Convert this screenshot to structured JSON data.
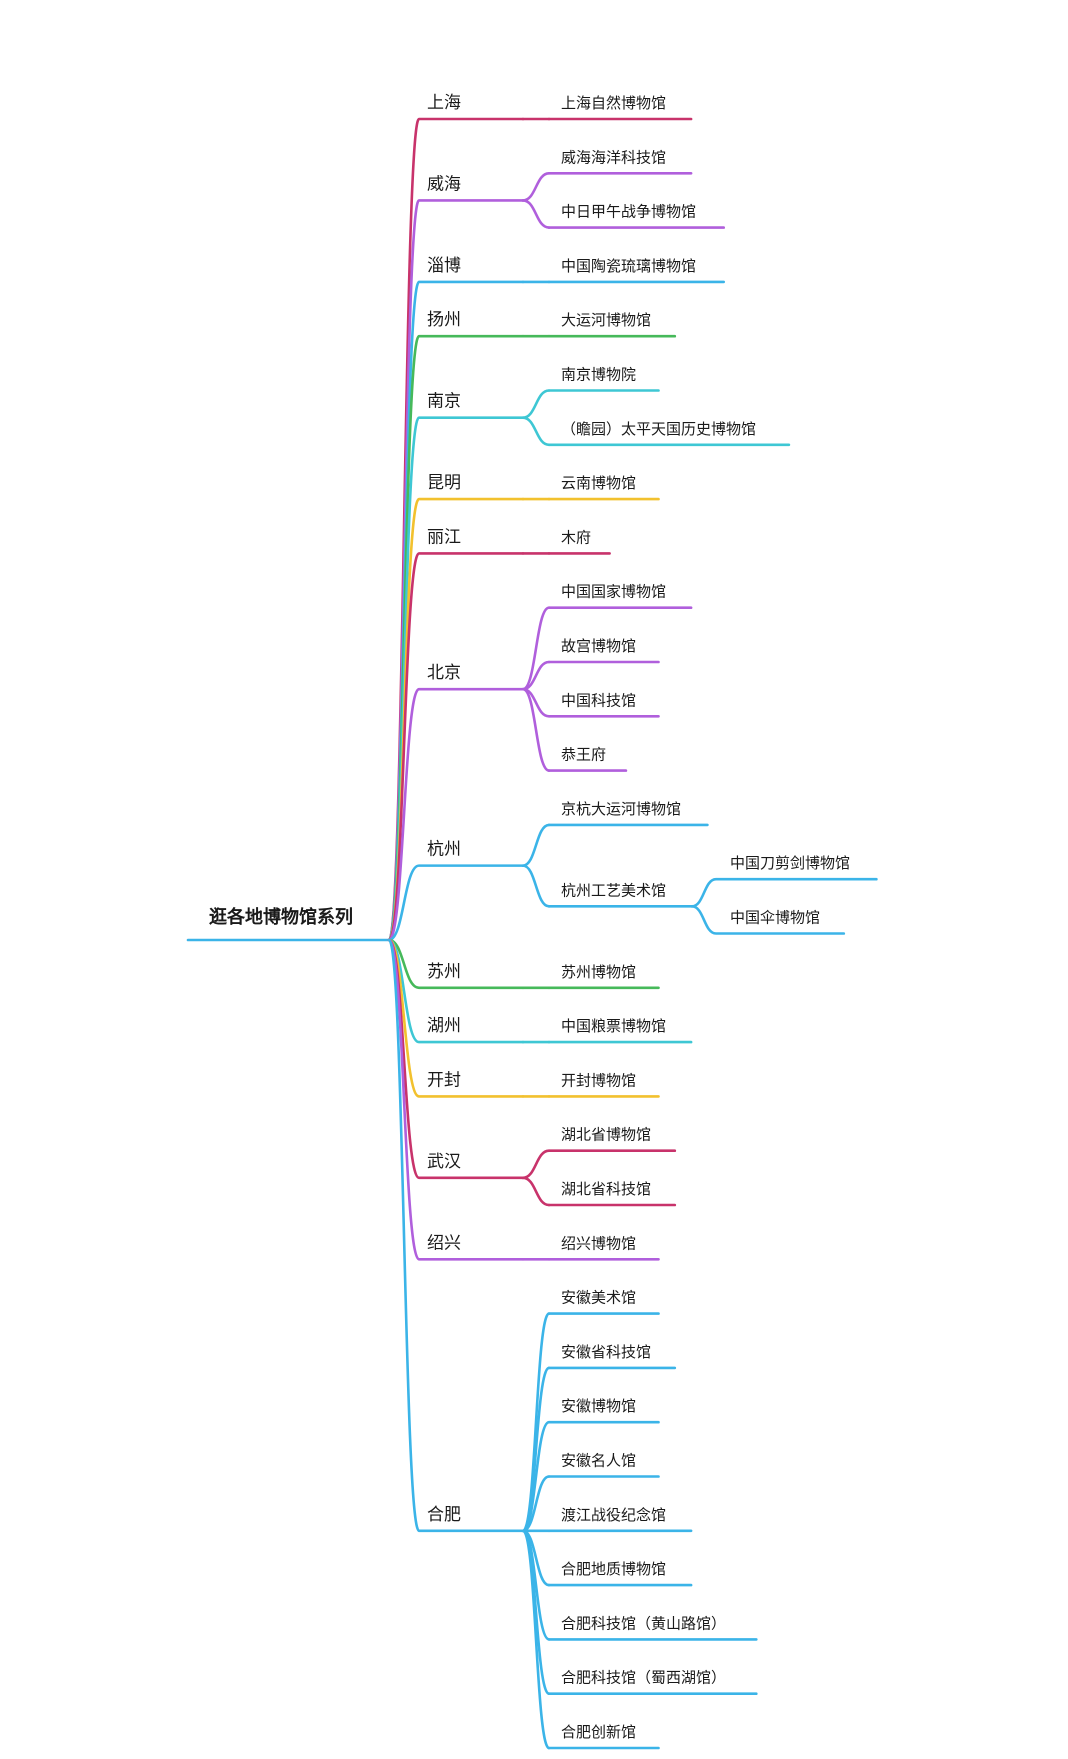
{
  "root": "逛各地博物馆系列",
  "colors": {
    "root": "#3bb4e8",
    "magenta": "#c8336b",
    "purple": "#b05fdc",
    "blue": "#3bb4e8",
    "green": "#46b95a",
    "cyan": "#3ec7d4",
    "yellow": "#f2c12e"
  },
  "cities": [
    {
      "name": "上海",
      "color": "magenta",
      "children": [
        {
          "name": "上海自然博物馆"
        }
      ]
    },
    {
      "name": "威海",
      "color": "purple",
      "children": [
        {
          "name": "威海海洋科技馆"
        },
        {
          "name": "中日甲午战争博物馆"
        }
      ]
    },
    {
      "name": "淄博",
      "color": "blue",
      "children": [
        {
          "name": "中国陶瓷琉璃博物馆"
        }
      ]
    },
    {
      "name": "扬州",
      "color": "green",
      "children": [
        {
          "name": "大运河博物馆"
        }
      ]
    },
    {
      "name": "南京",
      "color": "cyan",
      "children": [
        {
          "name": "南京博物院"
        },
        {
          "name": "（瞻园）太平天国历史博物馆"
        }
      ]
    },
    {
      "name": "昆明",
      "color": "yellow",
      "children": [
        {
          "name": "云南博物馆"
        }
      ]
    },
    {
      "name": "丽江",
      "color": "magenta",
      "children": [
        {
          "name": "木府"
        }
      ]
    },
    {
      "name": "北京",
      "color": "purple",
      "children": [
        {
          "name": "中国国家博物馆"
        },
        {
          "name": "故宫博物馆"
        },
        {
          "name": "中国科技馆"
        },
        {
          "name": "恭王府"
        }
      ]
    },
    {
      "name": "杭州",
      "color": "blue",
      "children": [
        {
          "name": "京杭大运河博物馆"
        },
        {
          "name": "杭州工艺美术馆",
          "children": [
            {
              "name": "中国刀剪剑博物馆"
            },
            {
              "name": "中国伞博物馆"
            }
          ]
        }
      ]
    },
    {
      "name": "苏州",
      "color": "green",
      "children": [
        {
          "name": "苏州博物馆"
        }
      ]
    },
    {
      "name": "湖州",
      "color": "cyan",
      "children": [
        {
          "name": "中国粮票博物馆"
        }
      ]
    },
    {
      "name": "开封",
      "color": "yellow",
      "children": [
        {
          "name": "开封博物馆"
        }
      ]
    },
    {
      "name": "武汉",
      "color": "magenta",
      "children": [
        {
          "name": "湖北省博物馆"
        },
        {
          "name": "湖北省科技馆"
        }
      ]
    },
    {
      "name": "绍兴",
      "color": "purple",
      "children": [
        {
          "name": "绍兴博物馆"
        }
      ]
    },
    {
      "name": "合肥",
      "color": "blue",
      "children": [
        {
          "name": "安徽美术馆"
        },
        {
          "name": "安徽省科技馆"
        },
        {
          "name": "安徽博物馆"
        },
        {
          "name": "安徽名人馆"
        },
        {
          "name": "渡江战役纪念馆"
        },
        {
          "name": "合肥地质博物馆"
        },
        {
          "name": "合肥科技馆（黄山路馆）"
        },
        {
          "name": "合肥科技馆（蜀西湖馆）"
        },
        {
          "name": "合肥创新馆"
        }
      ]
    }
  ]
}
